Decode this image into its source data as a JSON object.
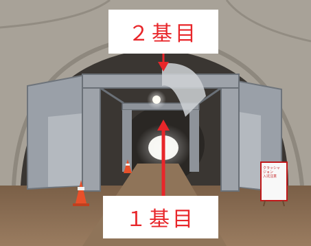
{
  "labels": {
    "top": "２基目",
    "bottom": "１基目"
  },
  "colors": {
    "label_text": "#e8262a",
    "arrow": "#e8262a",
    "frame": "#8d9298",
    "tunnel_shell": "#a59f96",
    "ground": "#8a6b4f"
  },
  "sign": {
    "lines": [
      "クラッシャ",
      "ジョン",
      "入坑注意"
    ]
  }
}
